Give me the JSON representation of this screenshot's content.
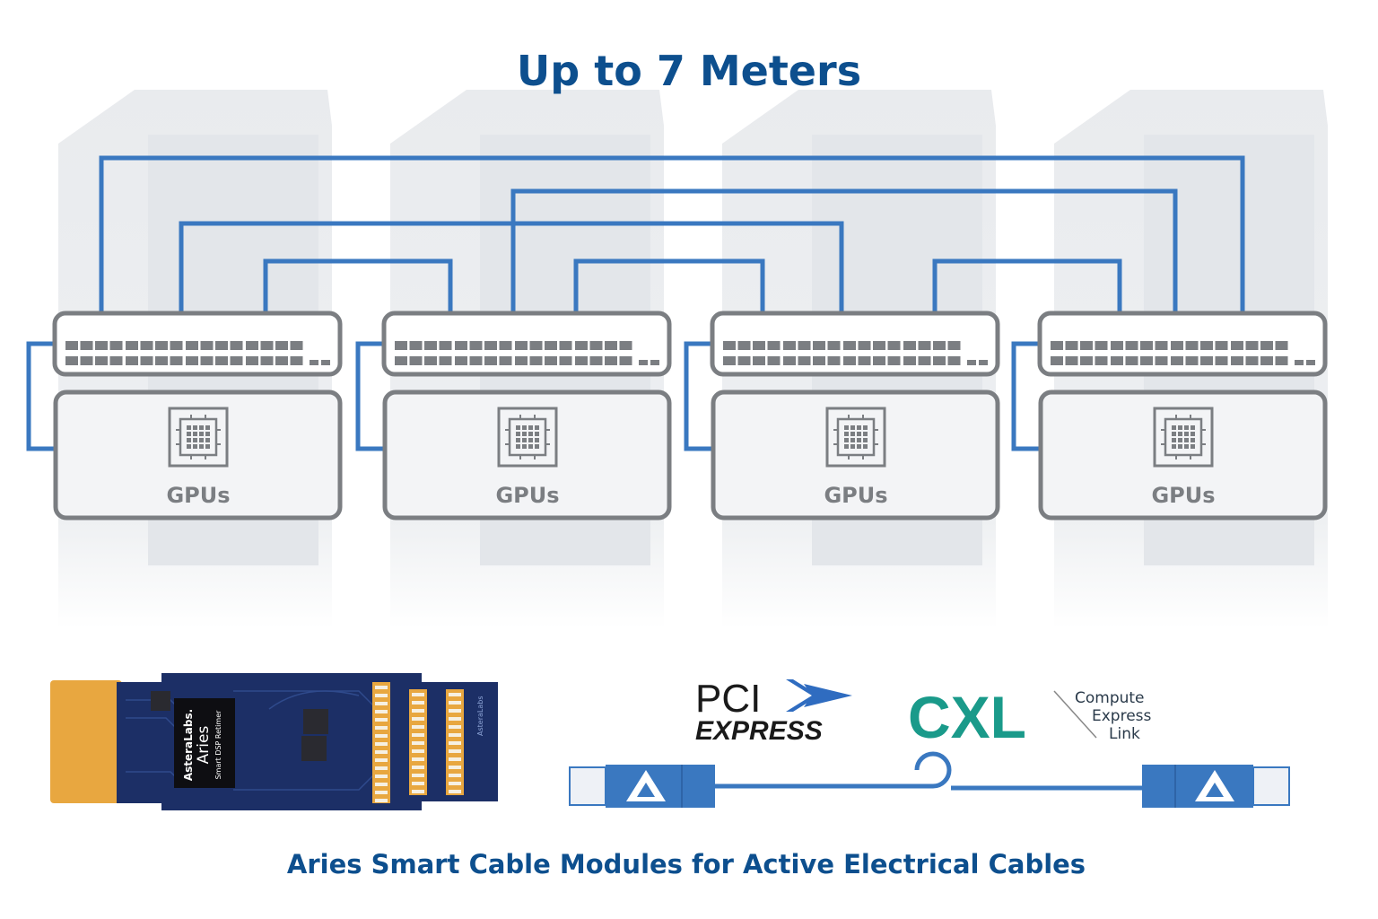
{
  "title": "Up to 7 Meters",
  "caption": "Aries Smart Cable Modules for Active Electrical Cables",
  "nodes": [
    {
      "label": "GPUs"
    },
    {
      "label": "GPUs"
    },
    {
      "label": "GPUs"
    },
    {
      "label": "GPUs"
    }
  ],
  "board": {
    "brand": "AsteraLabs.",
    "product": "Aries",
    "subtitle": "Smart DSP Retimer",
    "edge_brand": "AsteraLabs"
  },
  "logos": {
    "pcie_top": "PCI",
    "pcie_bottom": "EXPRESS",
    "cxl": "CXL",
    "cxl_line1": "Compute",
    "cxl_line2": "Express",
    "cxl_line3": "Link"
  },
  "colors": {
    "title": "#0d4f8e",
    "link": "#3a78c0",
    "box_stroke": "#7b7e82",
    "box_fill": "#f3f4f6",
    "pcb": "#1c2f66",
    "gold": "#e8a740",
    "cxl_teal": "#1a9a8a",
    "cxl_green": "#6cb52d"
  }
}
